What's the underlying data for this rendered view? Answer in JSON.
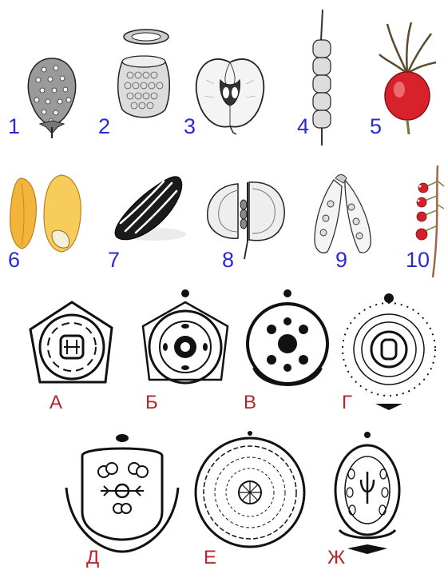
{
  "colors": {
    "number_label": "#2a2ad0",
    "letter_label": "#b3262e",
    "ink": "#111111"
  },
  "fruits": [
    {
      "label": "1",
      "icon": "strawberry-icon"
    },
    {
      "label": "2",
      "icon": "pyxis-capsule-icon"
    },
    {
      "label": "3",
      "icon": "apple-section-icon"
    },
    {
      "label": "4",
      "icon": "lomentum-pod-icon"
    },
    {
      "label": "5",
      "icon": "rose-hip-icon"
    },
    {
      "label": "6",
      "icon": "wheat-grain-icon"
    },
    {
      "label": "7",
      "icon": "sunflower-seed-icon"
    },
    {
      "label": "8",
      "icon": "silicle-icon"
    },
    {
      "label": "9",
      "icon": "pea-pod-icon"
    },
    {
      "label": "10",
      "icon": "currant-berries-icon"
    }
  ],
  "diagrams": [
    {
      "label": "А",
      "icon": "flower-diagram-a-icon"
    },
    {
      "label": "Б",
      "icon": "flower-diagram-b-icon"
    },
    {
      "label": "В",
      "icon": "flower-diagram-v-icon"
    },
    {
      "label": "Г",
      "icon": "flower-diagram-g-icon"
    },
    {
      "label": "Д",
      "icon": "flower-diagram-d-icon"
    },
    {
      "label": "Е",
      "icon": "flower-diagram-e-icon"
    },
    {
      "label": "Ж",
      "icon": "flower-diagram-zh-icon"
    }
  ]
}
